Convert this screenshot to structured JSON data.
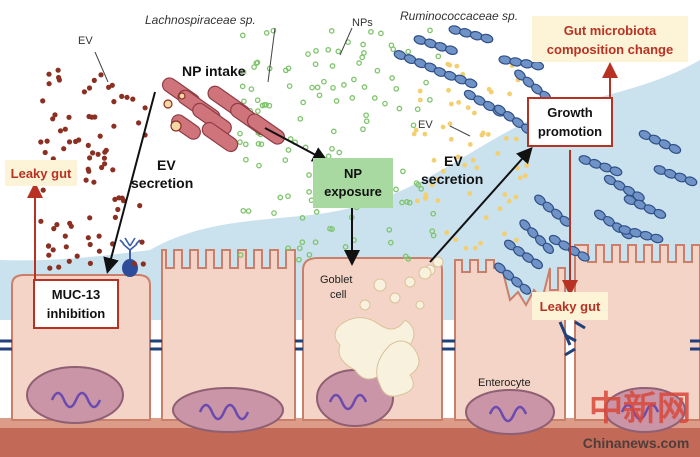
{
  "labels": {
    "ev_left": "EV",
    "lachno": "Lachnospiraceae sp.",
    "nps": "NPs",
    "rumino": "Ruminococcaceae sp.",
    "np_intake": "NP intake",
    "ev_secretion_left": [
      "EV",
      "secretion"
    ],
    "np_exposure": [
      "NP",
      "exposure"
    ],
    "ev_mid": "EV",
    "ev_secretion_right": [
      "EV",
      "secretion"
    ],
    "growth_promotion": [
      "Growth",
      "promotion"
    ],
    "gut_microbiota": [
      "Gut microbiota",
      "composition change"
    ],
    "leaky_gut_left": "Leaky gut",
    "leaky_gut_right": "Leaky gut",
    "muc13": [
      "MUC-13",
      "inhibition"
    ],
    "goblet_cell": [
      "Goblet",
      "cell"
    ],
    "enterocyte": "Enterocyte"
  },
  "watermark": {
    "cn": "中新网",
    "site": "Chinanews.com"
  },
  "colors": {
    "lumen_blue": "#c9e2ee",
    "cell_fill": "#f4d4c6",
    "cell_stroke": "#c97f69",
    "bacteria_red": "#d0747c",
    "bacteria_blue": "#6f93c7",
    "np_green": "#8fcf7f",
    "ev_brown": "#8b2f22",
    "ev_yellow": "#f4cf6f",
    "np_box": "#a7d9a1",
    "leaky_red": "#b83224",
    "callout_fill": "#fdf3d6"
  }
}
